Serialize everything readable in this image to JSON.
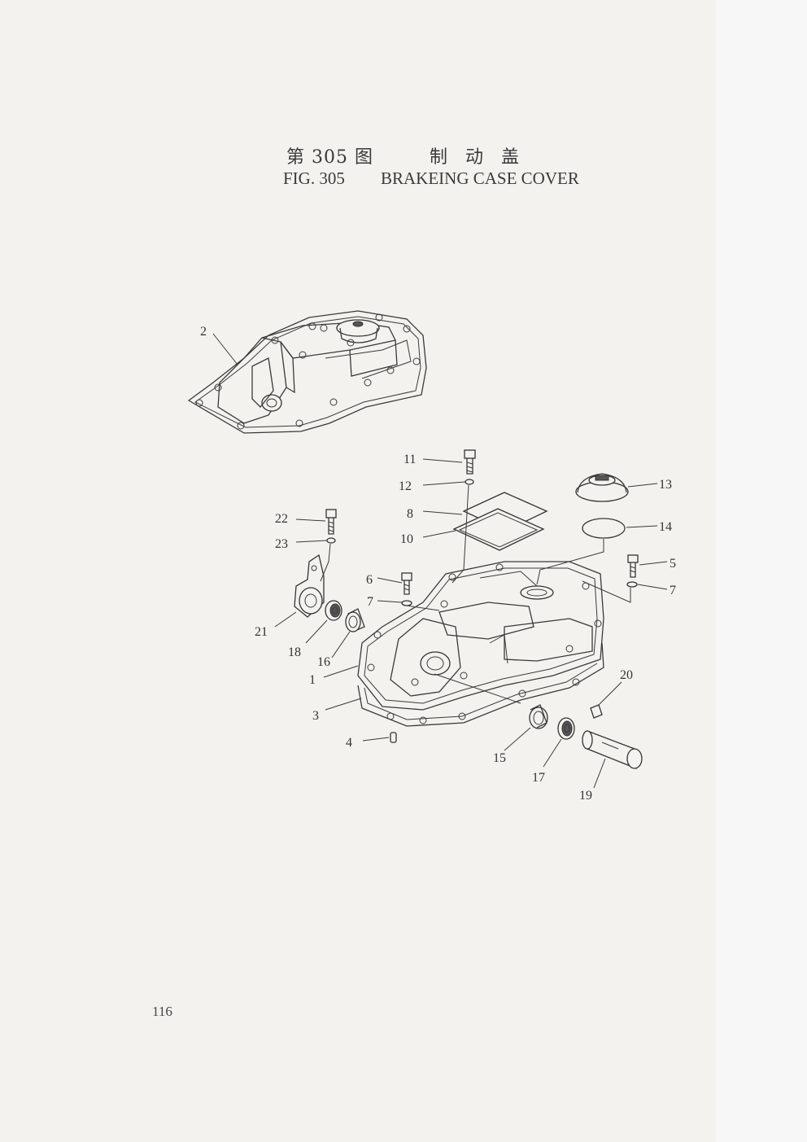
{
  "header": {
    "cn_figure": "第 305 图",
    "cn_name": "制动盖",
    "en_figure": "FIG. 305",
    "en_name": "BRAKEING CASE COVER"
  },
  "page_number": "116",
  "callouts": [
    {
      "id": "c2",
      "label": "2"
    },
    {
      "id": "c11",
      "label": "11"
    },
    {
      "id": "c12",
      "label": "12"
    },
    {
      "id": "c13",
      "label": "13"
    },
    {
      "id": "c8",
      "label": "8"
    },
    {
      "id": "c14",
      "label": "14"
    },
    {
      "id": "c22",
      "label": "22"
    },
    {
      "id": "c10",
      "label": "10"
    },
    {
      "id": "c23",
      "label": "23"
    },
    {
      "id": "c5",
      "label": "5"
    },
    {
      "id": "c6",
      "label": "6"
    },
    {
      "id": "c7a",
      "label": "7"
    },
    {
      "id": "c7b",
      "label": "7"
    },
    {
      "id": "c21",
      "label": "21"
    },
    {
      "id": "c18",
      "label": "18"
    },
    {
      "id": "c16",
      "label": "16"
    },
    {
      "id": "c1",
      "label": "1"
    },
    {
      "id": "c20",
      "label": "20"
    },
    {
      "id": "c3",
      "label": "3"
    },
    {
      "id": "c4",
      "label": "4"
    },
    {
      "id": "c15",
      "label": "15"
    },
    {
      "id": "c17",
      "label": "17"
    },
    {
      "id": "c19",
      "label": "19"
    }
  ]
}
